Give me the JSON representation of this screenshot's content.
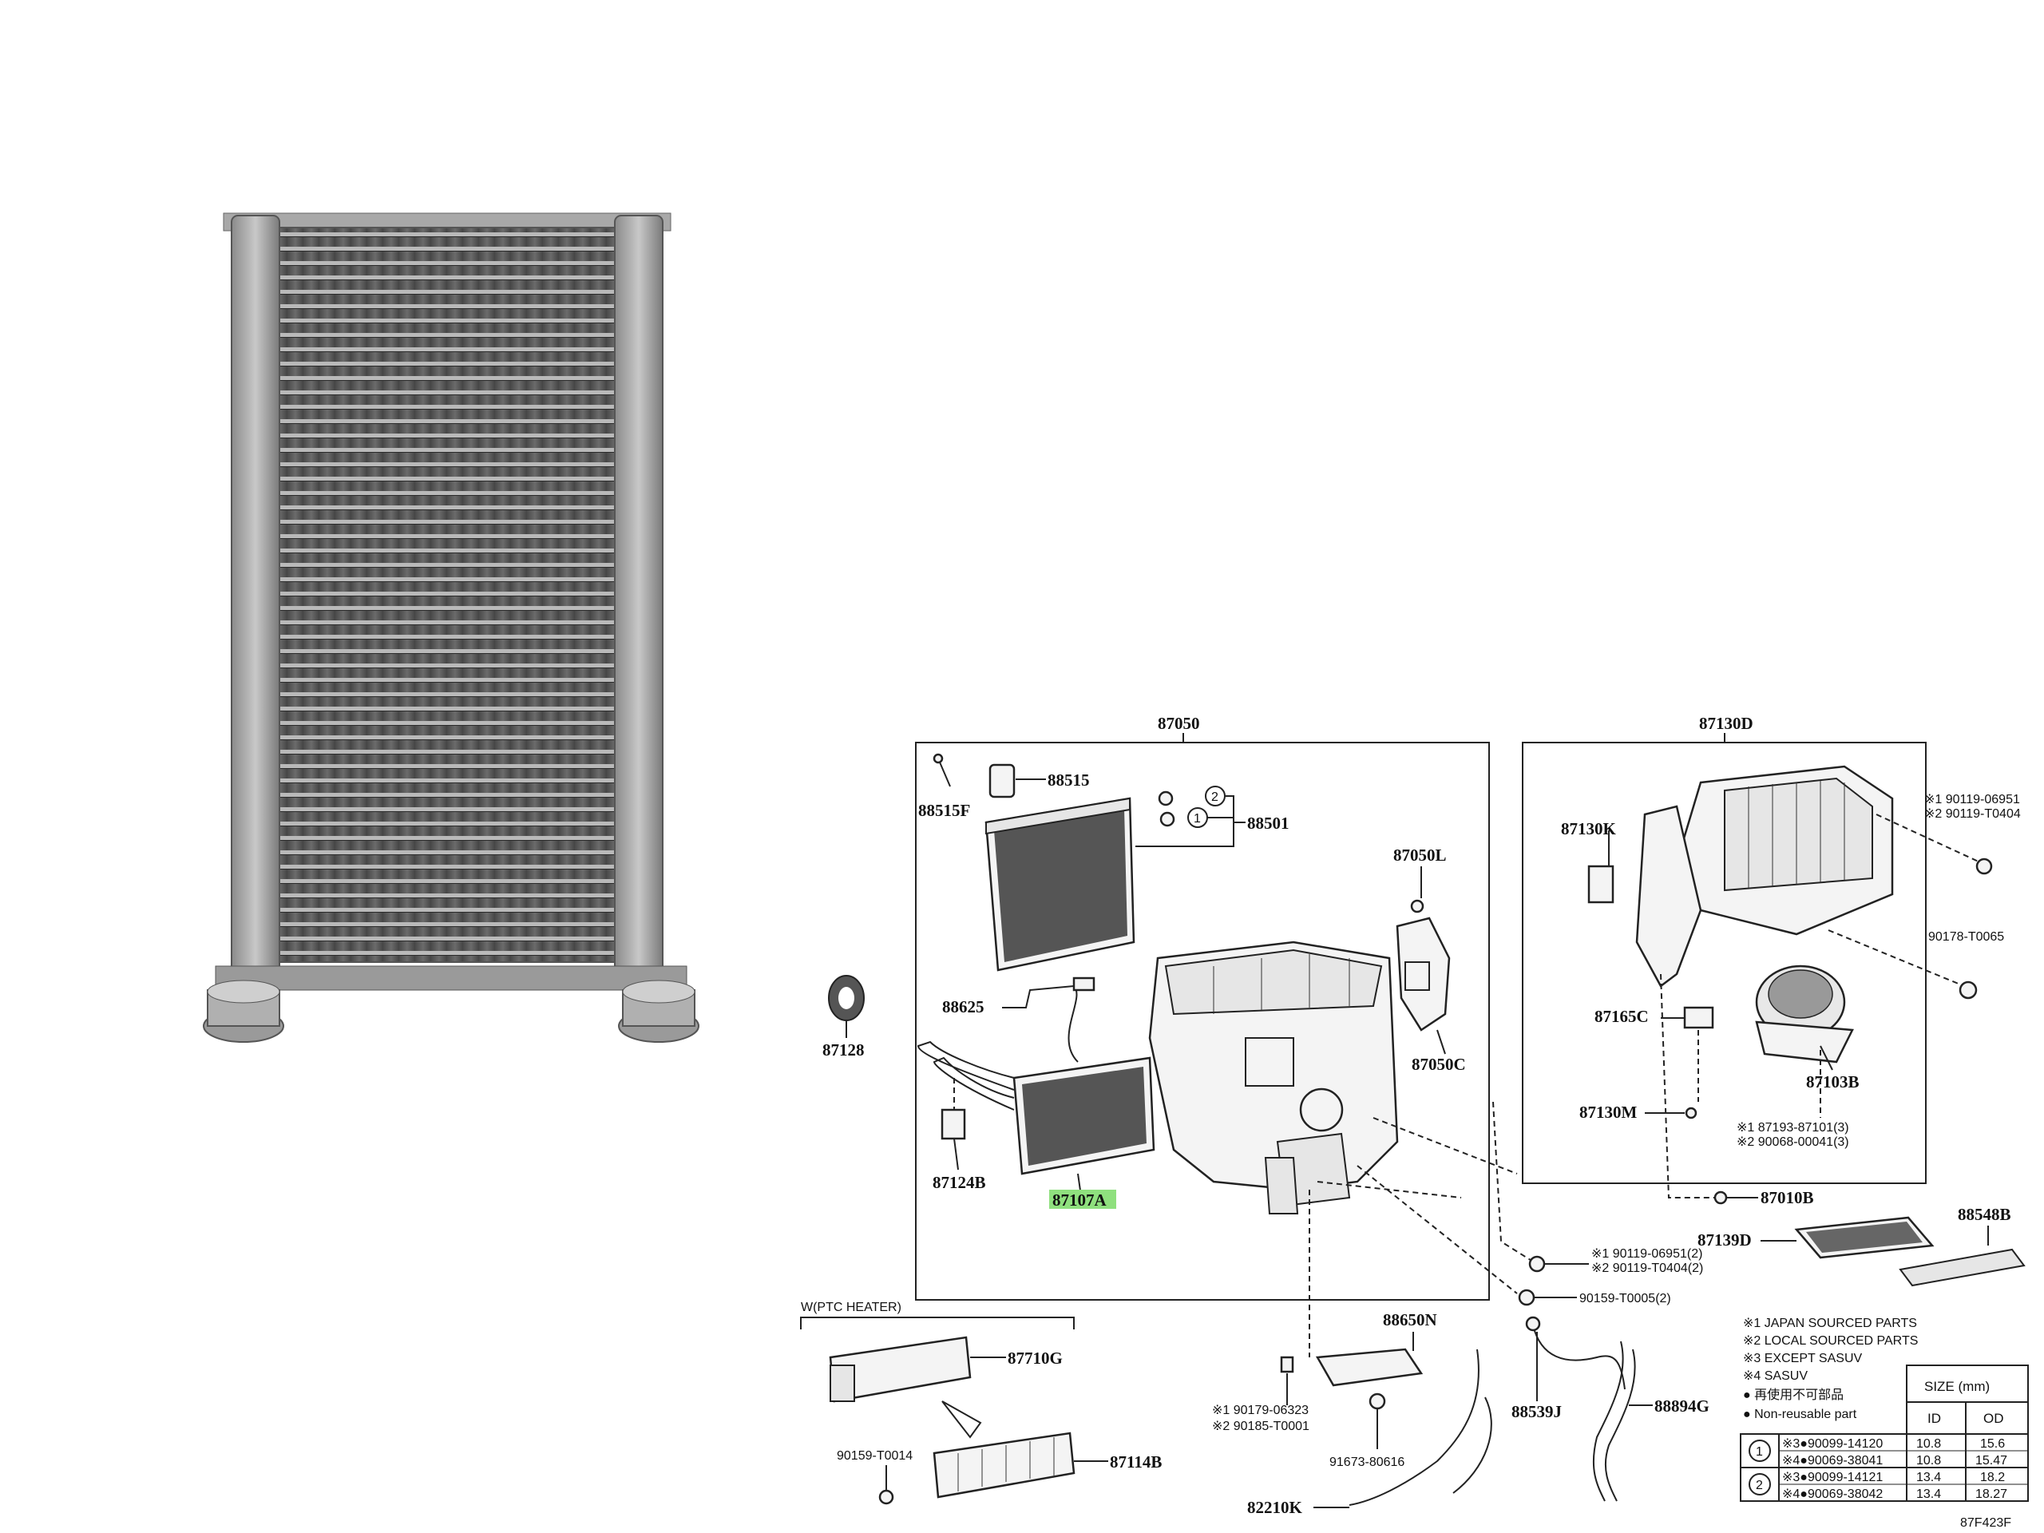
{
  "photo": {
    "subject": "heater-core-radiator-photo"
  },
  "diagram": {
    "groups": {
      "left": "87050",
      "right": "87130D"
    },
    "labels": {
      "l88515": "88515",
      "l88515F": "88515F",
      "l88501": "88501",
      "l87050L": "87050L",
      "l87050C": "87050C",
      "l88625": "88625",
      "l87128": "87128",
      "l87124B": "87124B",
      "l87107A": "87107A",
      "l87130K": "87130K",
      "l90178": "90178-T0065",
      "l87165C": "87165C",
      "l87103B": "87103B",
      "l87130M": "87130M",
      "l87193": "※1 87193-87101(3)",
      "l90068": "※2 90068-00041(3)",
      "l87010B": "87010B",
      "l87139D": "87139D",
      "l88548B": "88548B",
      "l90119r1": "※1 90119-06951",
      "l90119r2": "※2 90119-T0404",
      "l90119b1": "※1 90119-06951(2)",
      "l90119b2": "※2 90119-T0404(2)",
      "l90159b": "90159-T0005(2)",
      "l88650N": "88650N",
      "l90179": "※1 90179-06323",
      "l90185": "※2 90185-T0001",
      "l91673": "91673-80616",
      "l82210K": "82210K",
      "l88539J": "88539J",
      "l88894G": "88894G",
      "ptc": "W(PTC HEATER)",
      "l87710G": "87710G",
      "l90159T0014": "90159-T0014",
      "l87114B": "87114B",
      "circle1": "1",
      "circle2": "2",
      "footer": "87F423F"
    },
    "notes": [
      "※1 JAPAN SOURCED PARTS",
      "※2 LOCAL SOURCED PARTS",
      "※3 EXCEPT SASUV",
      "※4 SASUV",
      "● 再使用不可部品",
      "● Non-reusable part"
    ],
    "size_table": {
      "title": "SIZE (mm)",
      "headers": [
        "ID",
        "OD"
      ],
      "rows": [
        {
          "key": "1",
          "part": "※3●90099-14120",
          "id": "10.8",
          "od": "15.6"
        },
        {
          "key": "",
          "part": "※4●90069-38041",
          "id": "10.8",
          "od": "15.47"
        },
        {
          "key": "2",
          "part": "※3●90099-14121",
          "id": "13.4",
          "od": "18.2"
        },
        {
          "key": "",
          "part": "※4●90069-38042",
          "id": "13.4",
          "od": "18.27"
        }
      ]
    }
  }
}
